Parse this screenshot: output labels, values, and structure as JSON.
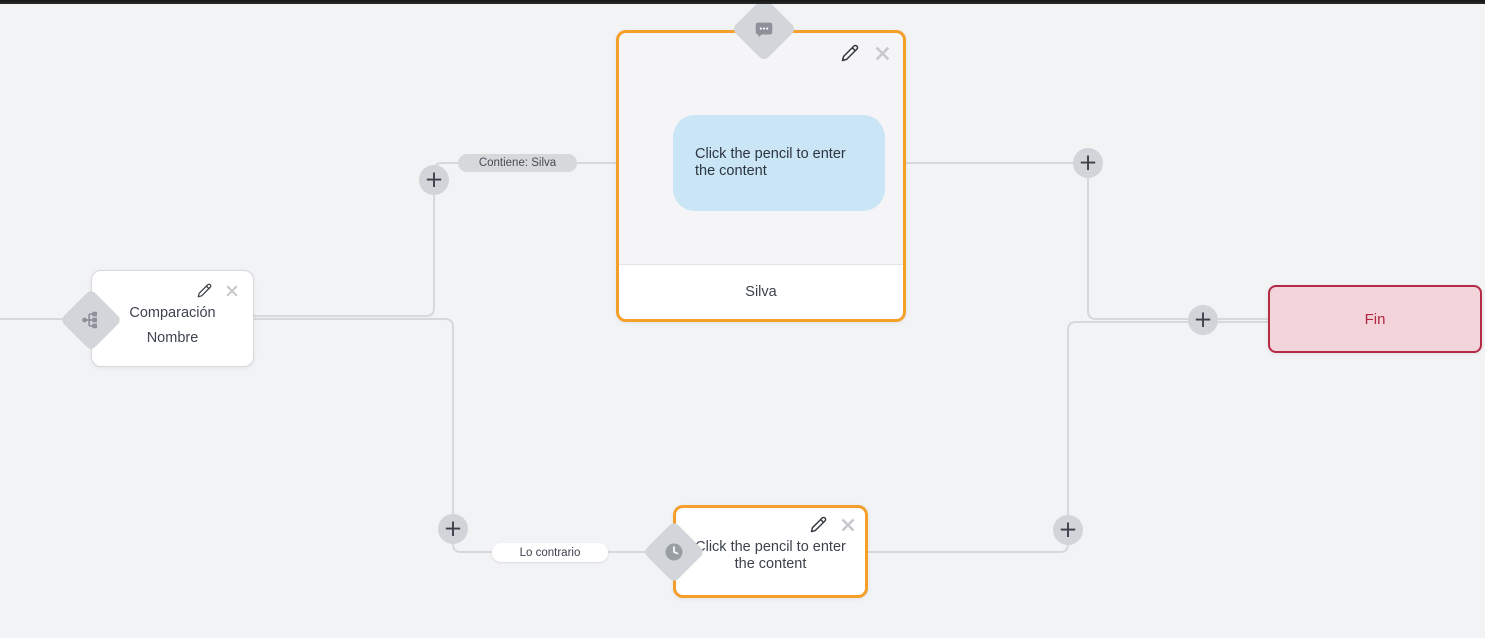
{
  "ui": {
    "plus": "+"
  },
  "colors": {
    "canvas_bg": "#f2f3f5",
    "accent_orange": "#f59f2b",
    "end_red": "#b52a44",
    "end_bg": "#f2d4da",
    "bubble_blue": "#c9e5f6",
    "wire_gray": "#d6d8db",
    "badge_gray": "#d2d5d9"
  },
  "icons": {
    "condition": "branch-icon",
    "message": "chat-bubble-icon",
    "wait": "clock-icon",
    "edit": "pencil-icon",
    "delete": "close-icon",
    "add": "plus-icon"
  },
  "nodes": {
    "condition": {
      "lines": [
        "Comparación",
        "Nombre"
      ]
    },
    "message": {
      "placeholder": "Click the pencil to enter the content",
      "footer": "Silva"
    },
    "wait": {
      "placeholder": "Click the pencil to enter the content"
    },
    "end": {
      "label": "Fin"
    }
  },
  "edges": {
    "true_label": "Contiene: Silva",
    "false_label": "Lo contrario"
  }
}
